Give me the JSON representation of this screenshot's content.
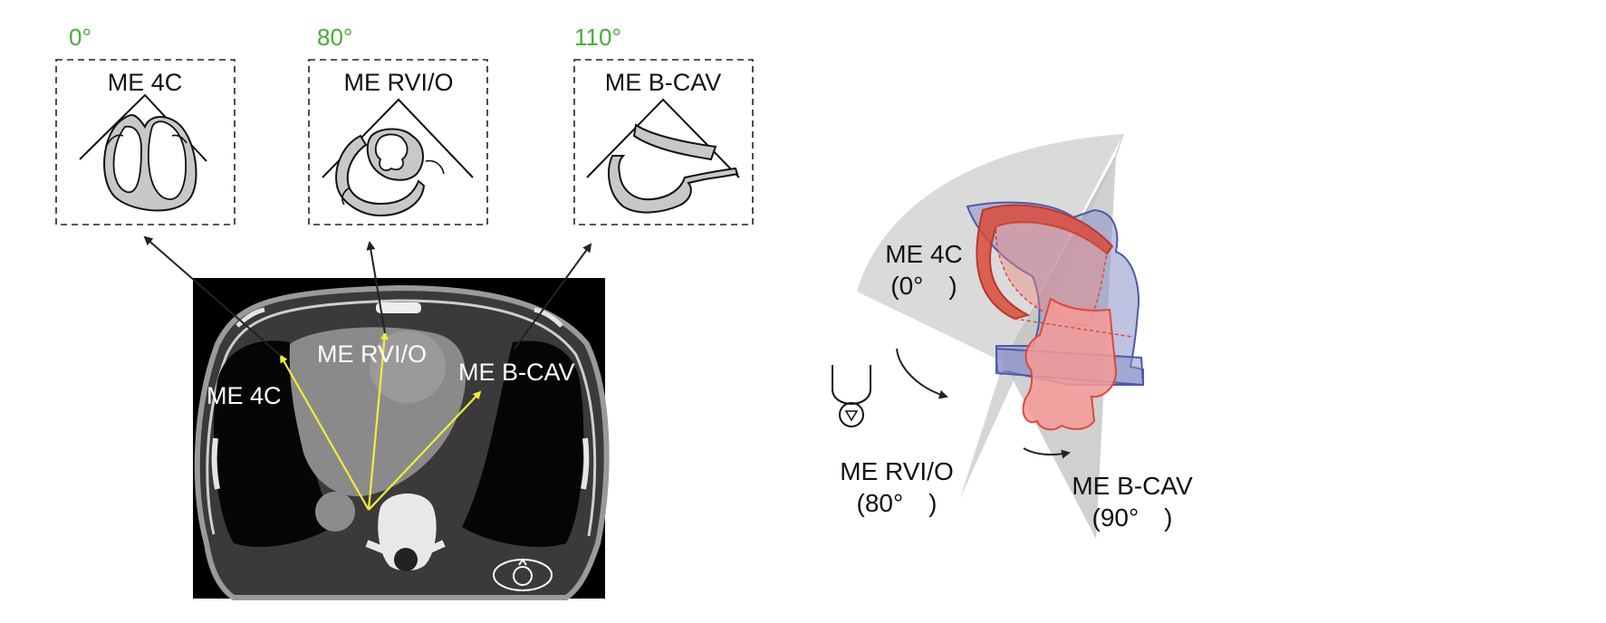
{
  "views": [
    {
      "angle": "0°",
      "label": "ME 4C"
    },
    {
      "angle": "80°",
      "label": "ME RVI/O"
    },
    {
      "angle": "110°",
      "label": "ME B-CAV"
    }
  ],
  "ct": {
    "labels": {
      "me4c": "ME 4C",
      "rvio": "ME RVI/O",
      "bcav": "ME B-CAV"
    }
  },
  "rotation": {
    "me4c_name": "ME 4C",
    "me4c_angle": "(0°　)",
    "rvio_name": "ME RVI/O",
    "rvio_angle": "(80°　)",
    "bcav_name": "ME B-CAV",
    "bcav_angle": "(90°　)"
  },
  "colors": {
    "angle_text": "#4aaa3a",
    "arrow_yellow": "#f2ec3c",
    "red_heart": "#d94a3a",
    "blue_heart": "#6070b0",
    "sector_gray": "#d8d8d8"
  }
}
